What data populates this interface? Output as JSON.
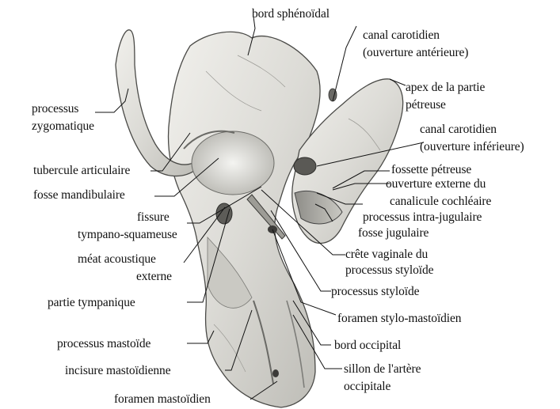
{
  "labels": {
    "bord_sphenoidal": "bord sphénoïdal",
    "canal_carotidien_ant_1": "canal carotidien",
    "canal_carotidien_ant_2": "(ouverture antérieure)",
    "apex_1": "apex de la partie",
    "apex_2": "pétreuse",
    "processus_zygo_1": "processus",
    "processus_zygo_2": "zygomatique",
    "canal_carotidien_inf_1": "canal carotidien",
    "canal_carotidien_inf_2": "(ouverture inférieure)",
    "tubercule": "tubercule articulaire",
    "fossette_petreuse": "fossette pétreuse",
    "ouverture_externe": "ouverture externe du",
    "fosse_mandibulaire": "fosse mandibulaire",
    "canalicule": "canalicule cochléaire",
    "fissure_1": "fissure",
    "fissure_2": "tympano-squameuse",
    "intra_jugulaire": "processus intra-jugulaire",
    "fosse_jugulaire": "fosse jugulaire",
    "meat_1": "méat acoustique",
    "meat_2": "externe",
    "crete_1": "crête vaginale du",
    "crete_2": "processus styloïde",
    "partie_tympanique": "partie tympanique",
    "processus_styloide": "processus styloïde",
    "foramen_stylo": "foramen stylo-mastoïdien",
    "processus_mastoide": "processus mastoïde",
    "bord_occipital": "bord occipital",
    "incisure": "incisure mastoïdienne",
    "sillon_1": "sillon de l'artère",
    "sillon_2": "occipitale",
    "foramen_mastoidien": "foramen mastoïdien"
  }
}
